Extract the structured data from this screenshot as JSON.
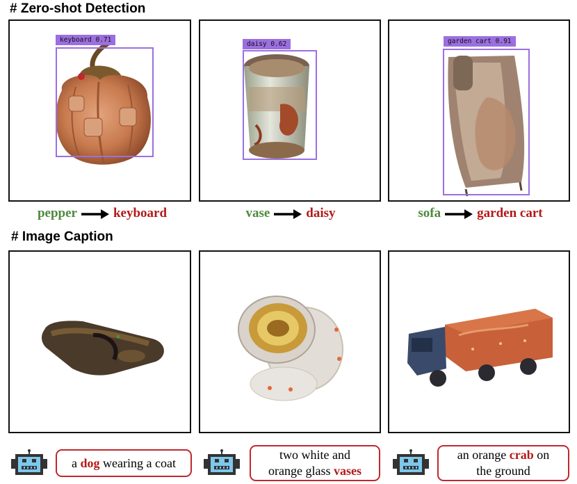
{
  "sections": {
    "detection_title": "# Zero-shot Detection",
    "caption_title": "# Image Caption"
  },
  "detection": [
    {
      "label": "keyboard 0.71",
      "source": "pepper",
      "target": "keyboard"
    },
    {
      "label": "daisy 0.62",
      "source": "vase",
      "target": "daisy"
    },
    {
      "label": "garden cart 0.91",
      "source": "sofa",
      "target": "garden cart"
    }
  ],
  "captions": [
    {
      "pre": "a ",
      "highlight": "dog",
      "post": " wearing a coat"
    },
    {
      "line1": "two white and",
      "pre": "orange glass ",
      "highlight": "vases",
      "post": ""
    },
    {
      "line1_pre": "an orange ",
      "highlight": "crab",
      "line1_post": " on",
      "line2": "the ground"
    }
  ],
  "colors": {
    "bbox": "#9b6fe0",
    "source_word": "#4e8a3e",
    "target_word": "#b31919",
    "caption_border": "#c0282d",
    "robot_screen": "#7ec8ec"
  },
  "icons": [
    "robot-icon",
    "arrow-right-icon"
  ]
}
